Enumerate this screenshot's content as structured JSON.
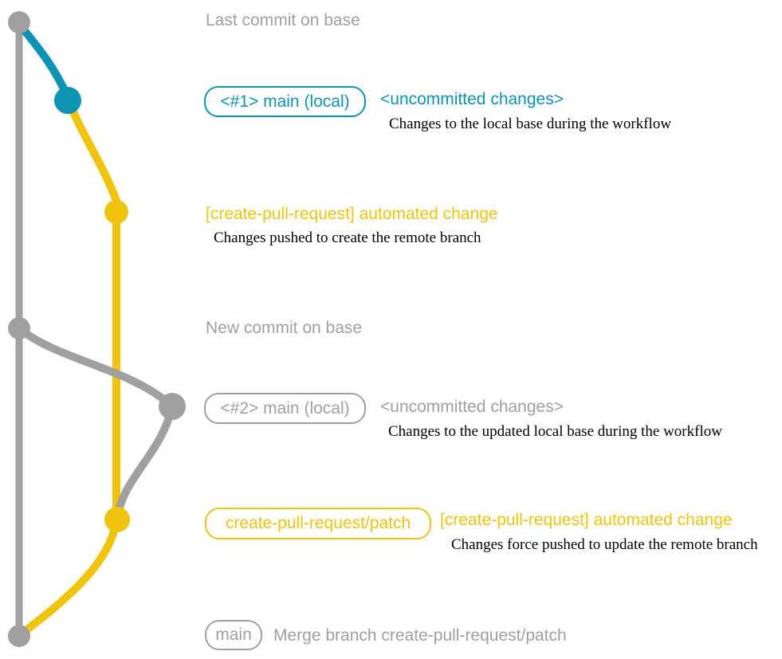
{
  "colors": {
    "teal": "#0e93b5",
    "yellow": "#f0c40e",
    "gray": "#a0a0a0",
    "note": "#000000",
    "bg": "#ffffff"
  },
  "rows": {
    "last_commit": {
      "label": "Last commit on base"
    },
    "local1": {
      "badge": "<#1> main (local)",
      "title": "<uncommitted changes>",
      "note": "Changes to the local base during the workflow"
    },
    "push1": {
      "title": "[create-pull-request] automated change",
      "note": "Changes pushed to create the remote branch"
    },
    "new_commit": {
      "label": "New commit on base"
    },
    "local2": {
      "badge": "<#2> main (local)",
      "title": "<uncommitted changes>",
      "note": "Changes to the updated local base during the workflow"
    },
    "push2": {
      "badge": "create-pull-request/patch",
      "title": "[create-pull-request] automated change",
      "note": "Changes force pushed to update the remote branch"
    },
    "merge": {
      "badge": "main",
      "label": "Merge branch create-pull-request/patch"
    }
  },
  "graph": {
    "branches": [
      {
        "name": "base",
        "color": "#a0a0a0"
      },
      {
        "name": "local uncommitted changes",
        "color": "#0e93b5"
      },
      {
        "name": "create-pull-request/patch",
        "color": "#f0c40e"
      },
      {
        "name": "local uncommitted changes (updated base)",
        "color": "#a0a0a0"
      }
    ],
    "commits": [
      {
        "name": "last-commit-on-base",
        "color": "#a0a0a0"
      },
      {
        "name": "local-changes-1",
        "color": "#0e93b5"
      },
      {
        "name": "automated-change-1",
        "color": "#f0c40e"
      },
      {
        "name": "new-commit-on-base",
        "color": "#a0a0a0"
      },
      {
        "name": "local-changes-2",
        "color": "#a0a0a0"
      },
      {
        "name": "automated-change-2",
        "color": "#f0c40e"
      },
      {
        "name": "merge-commit",
        "color": "#a0a0a0"
      }
    ]
  }
}
